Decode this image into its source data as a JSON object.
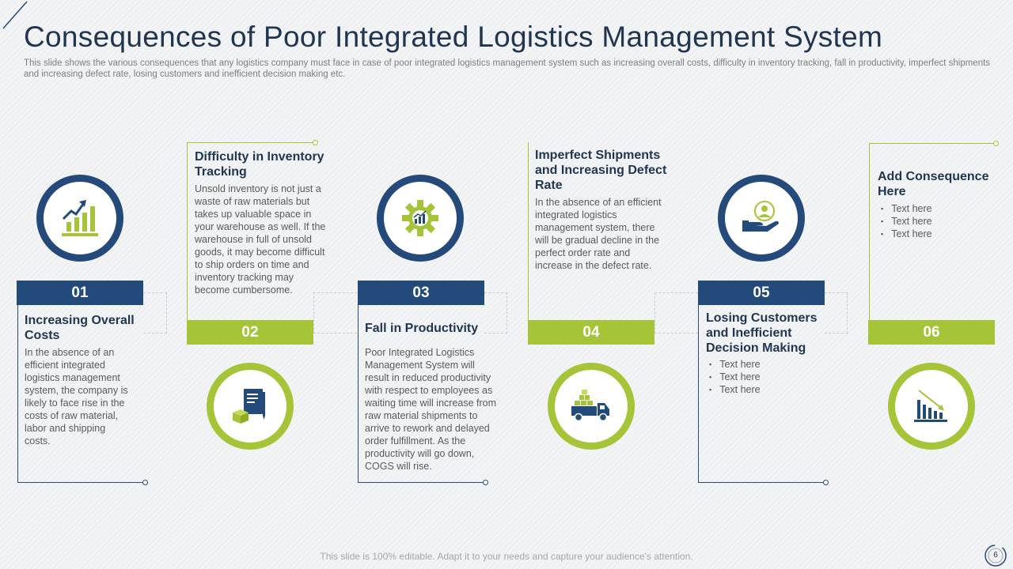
{
  "header": {
    "title": "Consequences of Poor Integrated Logistics Management System",
    "subtitle": "This slide shows the various consequences that any logistics company must face in case of poor integrated logistics management system such as increasing overall costs, difficulty in inventory tracking, fall in productivity, imperfect shipments and increasing defect rate, losing customers and inefficient decision making etc."
  },
  "colors": {
    "navy": "#224a7a",
    "green": "#a6c437",
    "title": "#1f3550"
  },
  "items": [
    {
      "number": "01",
      "title": "Increasing Overall Costs",
      "desc": "In the absence of an efficient integrated logistics management system, the company is likely to face rise in the costs of raw material, labor and shipping costs.",
      "icon": "growth-chart-icon"
    },
    {
      "number": "02",
      "title": "Difficulty in Inventory Tracking",
      "desc": "Unsold inventory is not just a waste of raw materials but takes up valuable space in your warehouse as well. If the warehouse in full of unsold goods, it may become difficult to ship orders on time and inventory tracking may become cumbersome.",
      "icon": "document-boxes-icon"
    },
    {
      "number": "03",
      "title": "Fall in Productivity",
      "desc": "Poor Integrated Logistics Management System will result in reduced productivity with respect to employees as waiting time will increase from raw material shipments to arrive to rework and delayed order fulfillment. As the productivity will go down, COGS will rise.",
      "icon": "gear-chart-icon"
    },
    {
      "number": "04",
      "title": "Imperfect Shipments and Increasing Defect Rate",
      "desc": "In the absence of an efficient integrated logistics management system, there will be gradual decline in the perfect order rate and increase in the defect rate.",
      "icon": "delivery-truck-icon"
    },
    {
      "number": "05",
      "title": "Losing Customers and Inefficient Decision Making",
      "bullets": [
        "Text here",
        "Text here",
        "Text here"
      ],
      "icon": "hand-user-icon"
    },
    {
      "number": "06",
      "title": "Add Consequence Here",
      "bullets": [
        "Text here",
        "Text here",
        "Text here"
      ],
      "icon": "declining-chart-icon"
    }
  ],
  "footer": {
    "note": "This slide is 100% editable. Adapt it to your needs and capture your audience's attention.",
    "page": "6"
  }
}
